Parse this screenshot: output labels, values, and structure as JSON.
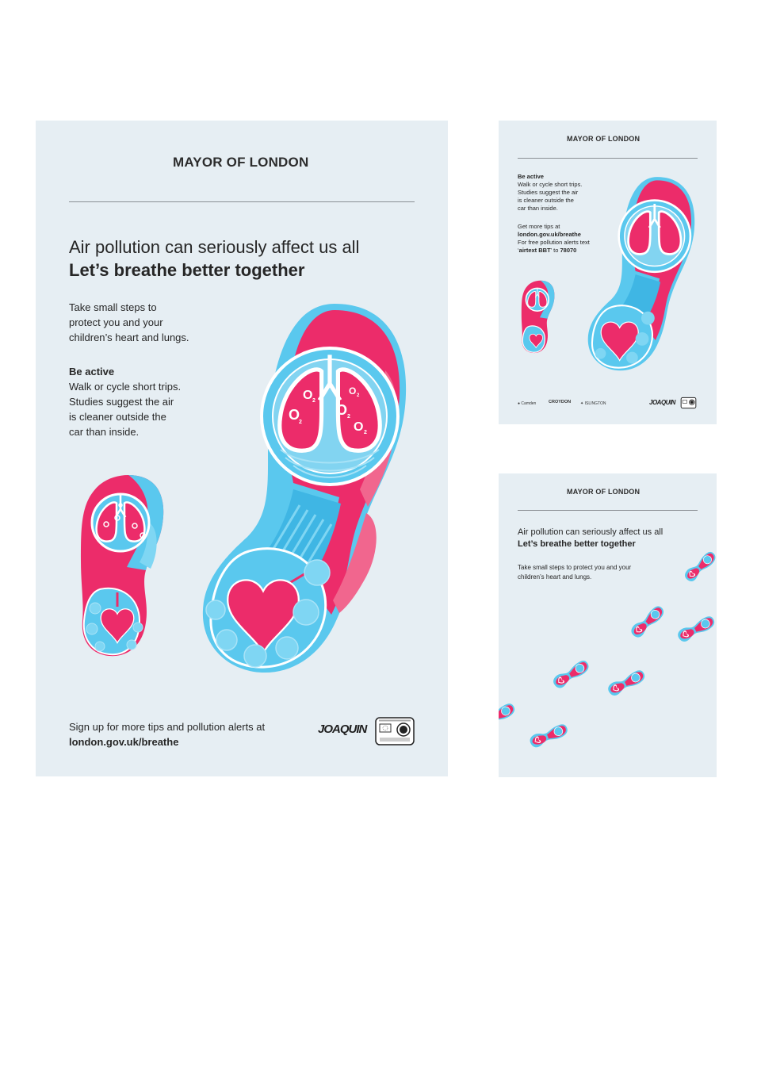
{
  "colors": {
    "background": "#ffffff",
    "poster_bg": "#e6eef3",
    "pink": "#ec2c6a",
    "pink_light": "#f1668e",
    "blue": "#5ac8ee",
    "blue_dark": "#3fb6e4",
    "text": "#262626"
  },
  "main": {
    "mayor": "MAYOR OF LONDON",
    "headline_1": "Air pollution can seriously affect us all",
    "headline_2": "Let’s breathe better together",
    "intro": [
      "Take small steps to",
      "protect you and your",
      "children’s heart and lungs."
    ],
    "be_active_title": "Be active",
    "be_active_body": [
      "Walk or cycle short trips.",
      "Studies suggest the air",
      "is cleaner outside the",
      "car than inside."
    ],
    "signup": "Sign up for more tips and pollution alerts at",
    "url": "london.gov.uk/breathe",
    "logo": "JOAQUIN",
    "o2_labels": [
      "O",
      "2"
    ]
  },
  "top_right": {
    "mayor": "MAYOR OF LONDON",
    "be_active_title": "Be active",
    "be_active_body": [
      "Walk or cycle short trips.",
      "Studies suggest the air",
      "is cleaner outside the",
      "car than inside."
    ],
    "tips_1": "Get more tips at",
    "tips_url": "london.gov.uk/breathe",
    "alerts_1": "For free pollution alerts text",
    "alerts_quote_open": "‘",
    "alerts_keyword": "airtext BBT",
    "alerts_mid": "’ to ",
    "alerts_number": "78070",
    "councils": [
      "Camden",
      "CROYDON",
      "ISLINGTON"
    ],
    "logo": "JOAQUIN"
  },
  "bottom_right": {
    "mayor": "MAYOR OF LONDON",
    "headline_1": "Air pollution can seriously affect us all",
    "headline_2": "Let’s breathe better together",
    "intro": [
      "Take small steps to protect you and your",
      "children’s heart and lungs."
    ]
  }
}
